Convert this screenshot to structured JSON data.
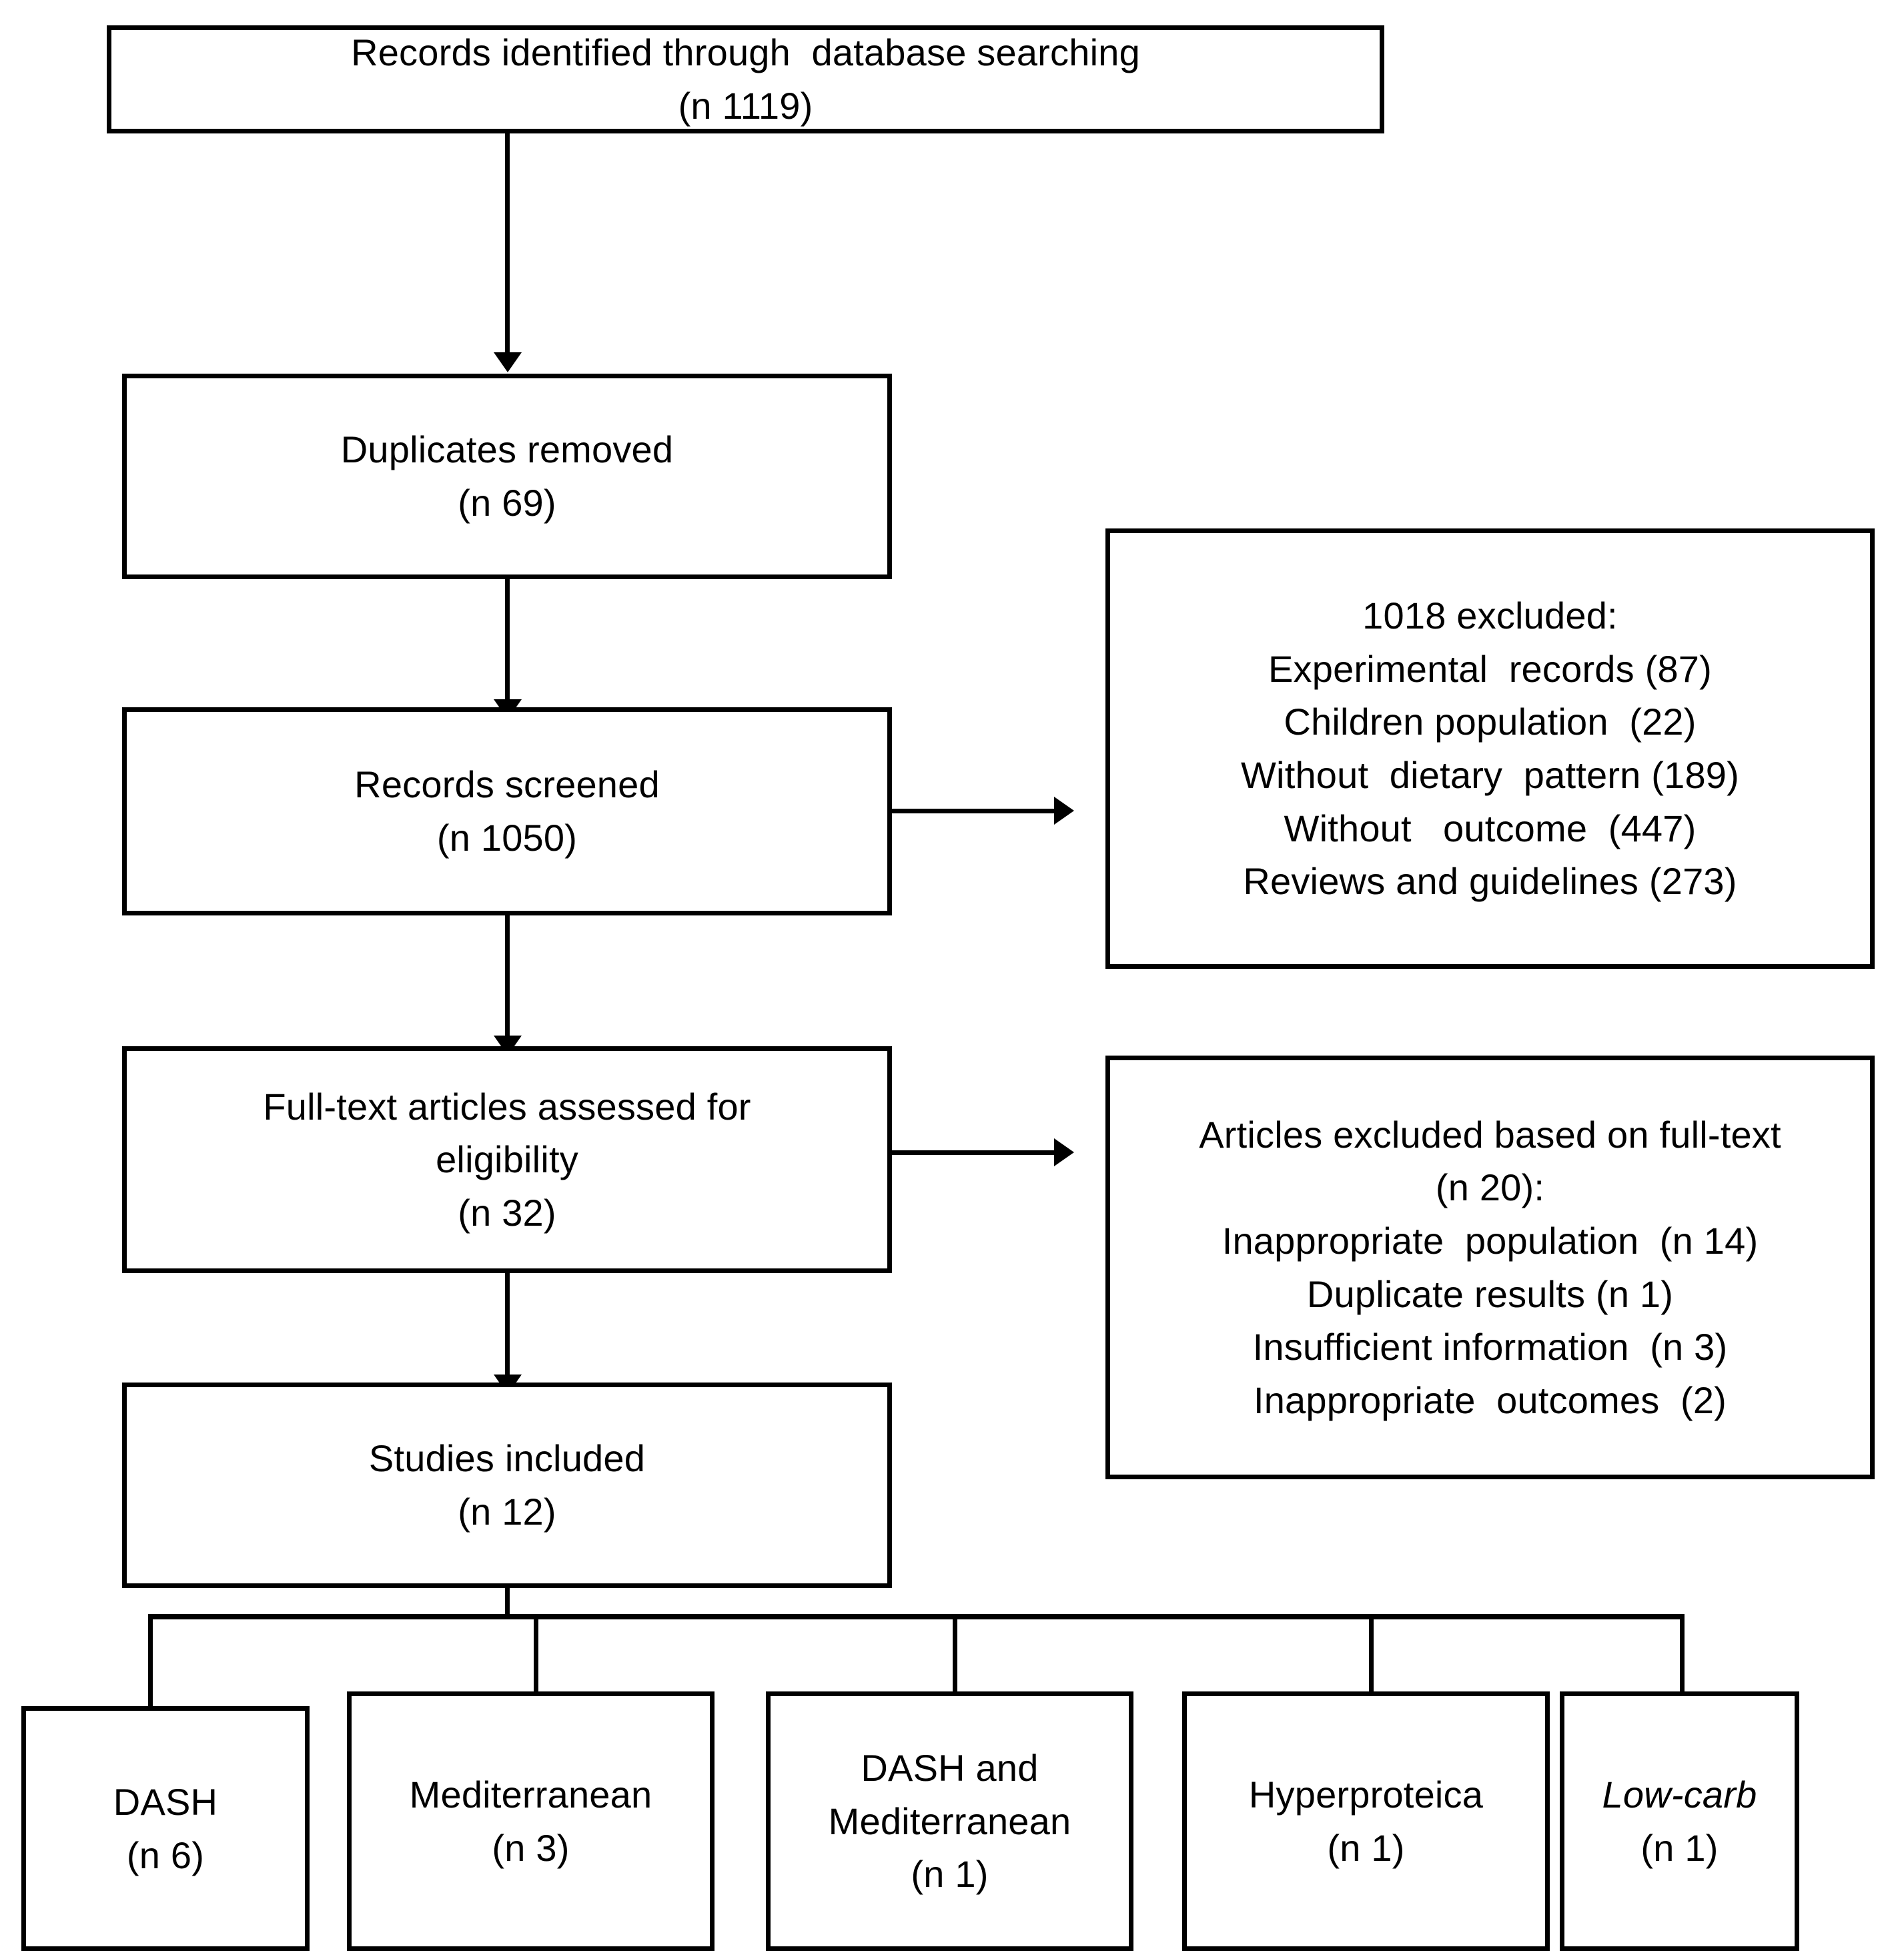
{
  "diagram": {
    "type": "prisma-flow-diagram",
    "title": "PRISMA study selection flow diagram",
    "colors": {
      "stroke": "#000000",
      "fill": "#ffffff",
      "text": "#000000"
    },
    "main_flow": [
      {
        "id": "records-identified",
        "lines": [
          "Records identified through  database searching",
          "(n 1119)"
        ],
        "n": 1119
      },
      {
        "id": "duplicates-removed",
        "lines": [
          "Duplicates removed",
          "(n 69)"
        ],
        "n": 69
      },
      {
        "id": "records-screened",
        "lines": [
          "Records screened",
          "(n 1050)"
        ],
        "n": 1050
      },
      {
        "id": "full-text-assessed",
        "lines": [
          "Full-text articles assessed for",
          "eligibility",
          "(n 32)"
        ],
        "n": 32
      },
      {
        "id": "studies-included",
        "lines": [
          "Studies included",
          "(n 12)"
        ],
        "n": 12
      }
    ],
    "exclusions": [
      {
        "id": "screening-exclusions",
        "total": 1018,
        "lines": [
          "1018 excluded:",
          "Experimental  records (87)",
          "Children population  (22)",
          "Without  dietary  pattern (189)",
          "Without   outcome  (447)",
          "Reviews and guidelines (273)"
        ],
        "reasons": [
          {
            "label": "Experimental records",
            "count": 87
          },
          {
            "label": "Children population",
            "count": 22
          },
          {
            "label": "Without dietary pattern",
            "count": 189
          },
          {
            "label": "Without outcome",
            "count": 447
          },
          {
            "label": "Reviews and guidelines",
            "count": 273
          }
        ]
      },
      {
        "id": "fulltext-exclusions",
        "total": 20,
        "lines": [
          "Articles excluded based on full-text",
          "(n 20):",
          "Inappropriate  population  (n 14)",
          "Duplicate results (n 1)",
          "Insufficient information  (n 3)",
          "Inappropriate  outcomes  (2)"
        ],
        "reasons": [
          {
            "label": "Inappropriate population",
            "count": 14
          },
          {
            "label": "Duplicate results",
            "count": 1
          },
          {
            "label": "Insufficient information",
            "count": 3
          },
          {
            "label": "Inappropriate outcomes",
            "count": 2
          }
        ]
      }
    ],
    "categories": [
      {
        "id": "dash",
        "lines": [
          "DASH",
          "(n 6)"
        ],
        "italic_first": false,
        "n": 6
      },
      {
        "id": "mediterranean",
        "lines": [
          "Mediterranean",
          "(n 3)"
        ],
        "italic_first": false,
        "n": 3
      },
      {
        "id": "dash-and-mediterranean",
        "lines": [
          "DASH and",
          "Mediterranean",
          "(n 1)"
        ],
        "italic_first": false,
        "n": 1
      },
      {
        "id": "hyperproteica",
        "lines": [
          "Hyperproteica",
          "(n 1)"
        ],
        "italic_first": false,
        "n": 1
      },
      {
        "id": "low-carb",
        "lines": [
          "Low-carb",
          "(n 1)"
        ],
        "italic_first": true,
        "n": 1
      }
    ]
  }
}
